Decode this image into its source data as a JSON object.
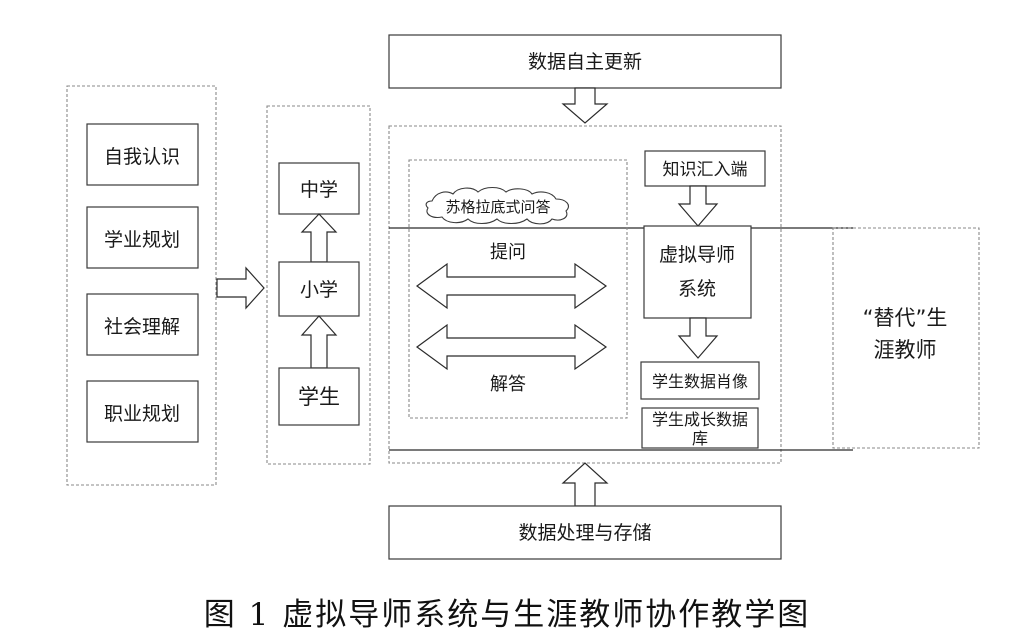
{
  "top_box": "数据自主更新",
  "bottom_box": "数据处理与存储",
  "left_items": [
    "自我认识",
    "学业规划",
    "社会理解",
    "职业规划"
  ],
  "stages": [
    "中学",
    "小学",
    "学生"
  ],
  "socratic_label": "苏格拉底式问答",
  "ask_label": "提问",
  "answer_label": "解答",
  "knowledge_box": "知识汇入端",
  "virtual_mentor": [
    "虚拟导师",
    "系统"
  ],
  "portrait_box": "学生数据肖像",
  "growth_db": [
    "学生成长数据",
    "库"
  ],
  "substitute": [
    "“替代”生",
    "涯教师"
  ],
  "caption": "图 1  虚拟导师系统与生涯教师协作教学图"
}
